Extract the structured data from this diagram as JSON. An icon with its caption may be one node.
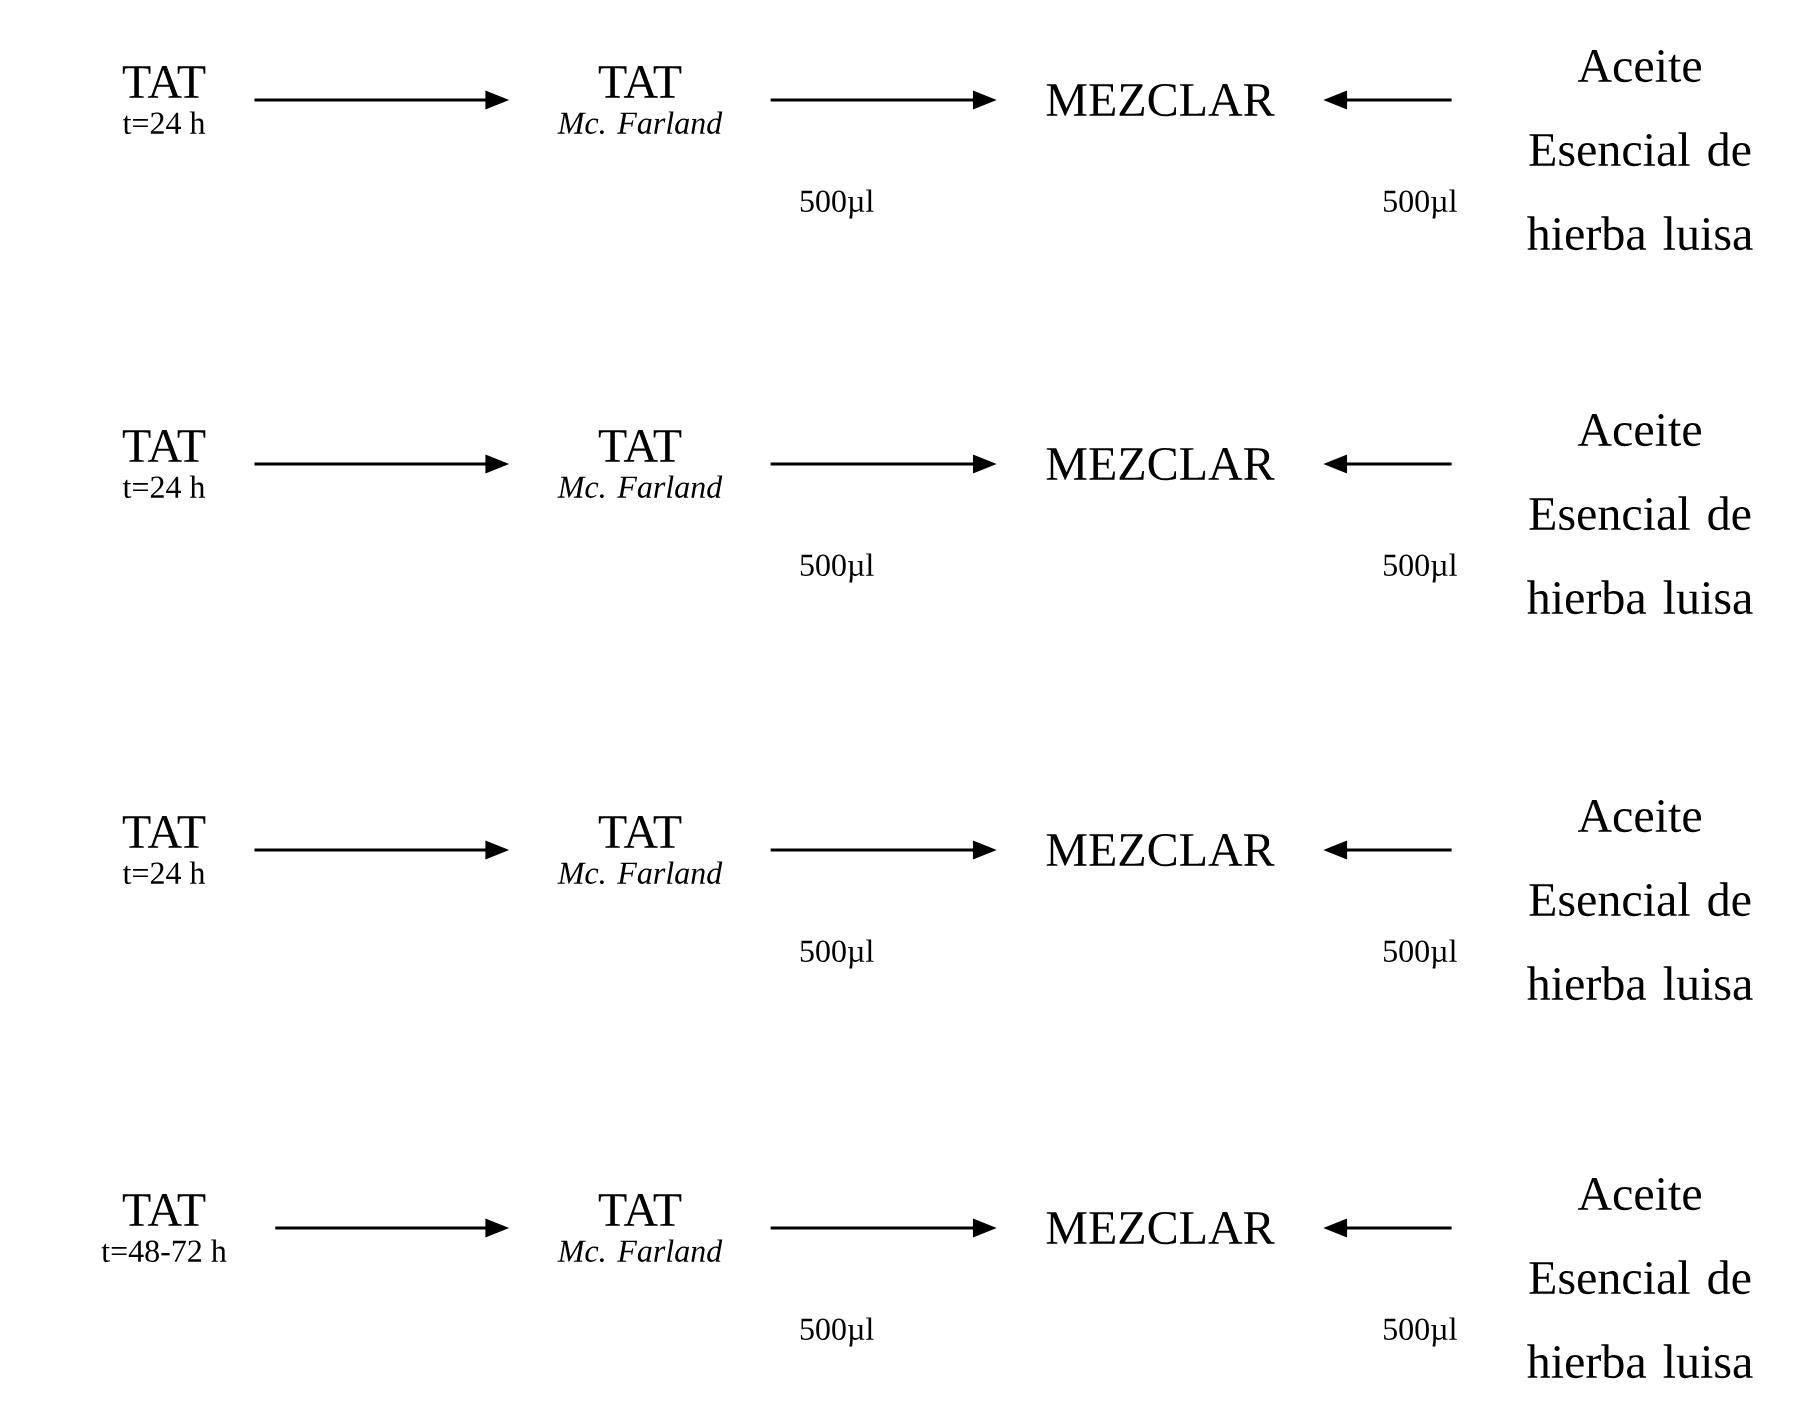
{
  "diagram": {
    "nodes": [
      {
        "text": [
          "TAT",
          "t=24 h"
        ]
      },
      {
        "text": [
          "TAT",
          "Mc. Farland"
        ]
      },
      {
        "text": [
          "MEZCLAR"
        ]
      },
      {
        "text": [
          "Aceite Esencial de hierba luisa"
        ]
      },
      {
        "text": [
          "TAT",
          "t=24 h"
        ]
      },
      {
        "text": [
          "TAT",
          "Mc. Farland"
        ]
      },
      {
        "text": [
          "MEZCLAR"
        ]
      },
      {
        "text": [
          "Aceite Esencial de hierba luisa"
        ]
      },
      {
        "text": [
          "TAT",
          "t=24 h"
        ]
      },
      {
        "text": [
          "TAT",
          "Mc. Farland"
        ]
      },
      {
        "text": [
          "MEZCLAR"
        ]
      },
      {
        "text": [
          "Aceite Esencial de hierba luisa"
        ]
      },
      {
        "text": [
          "TAT",
          "t=48-72  h"
        ]
      },
      {
        "text": [
          "TAT",
          "Mc. Farland"
        ]
      },
      {
        "text": [
          "MEZCLAR"
        ]
      },
      {
        "text": [
          "Aceite Esencial de hierba luisa"
        ]
      }
    ],
    "edges": [
      {
        "from": 0,
        "to": 1,
        "arrow": "to"
      },
      {
        "from": 1,
        "to": 2,
        "arrow": "to",
        "label": "500µl"
      },
      {
        "from": 3,
        "to": 2,
        "arrow": "to",
        "label": "500µl"
      },
      {
        "from": 4,
        "to": 5,
        "arrow": "to"
      },
      {
        "from": 5,
        "to": 6,
        "arrow": "to",
        "label": "500µl"
      },
      {
        "from": 7,
        "to": 6,
        "arrow": "to",
        "label": "500µl"
      },
      {
        "from": 8,
        "to": 9,
        "arrow": "to"
      },
      {
        "from": 9,
        "to": 10,
        "arrow": "to",
        "label": "500µl"
      },
      {
        "from": 11,
        "to": 10,
        "arrow": "to",
        "label": "500µl"
      },
      {
        "from": 12,
        "to": 13,
        "arrow": "to"
      },
      {
        "from": 13,
        "to": 14,
        "arrow": "to",
        "label": "500µl"
      },
      {
        "from": 15,
        "to": 14,
        "arrow": "to",
        "label": "500µl"
      }
    ]
  }
}
